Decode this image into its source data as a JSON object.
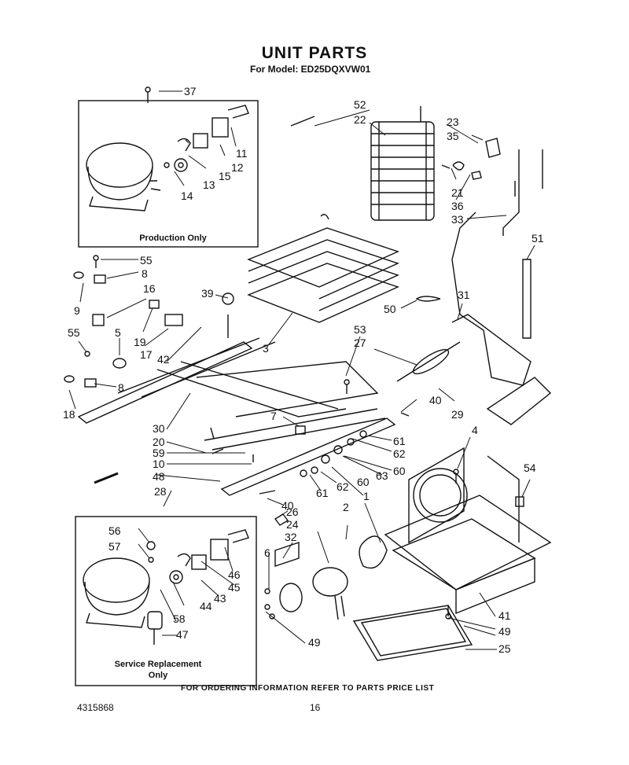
{
  "title": "UNIT PARTS",
  "subtitle": "For Model: ED25DQXVW01",
  "production_box_label": "Production Only",
  "service_box_label": [
    "Service Replacement",
    "Only"
  ],
  "footer": "FOR ORDERING INFORMATION REFER TO PARTS PRICE LIST",
  "doc_number": "4315868",
  "page_number": "16",
  "callouts": [
    {
      "id": "c37",
      "label": "37"
    },
    {
      "id": "c52",
      "label": "52"
    },
    {
      "id": "c22",
      "label": "22"
    },
    {
      "id": "c23",
      "label": "23"
    },
    {
      "id": "c35",
      "label": "35"
    },
    {
      "id": "c11",
      "label": "11"
    },
    {
      "id": "c12",
      "label": "12"
    },
    {
      "id": "c15",
      "label": "15"
    },
    {
      "id": "c13",
      "label": "13"
    },
    {
      "id": "c14",
      "label": "14"
    },
    {
      "id": "c21",
      "label": "21"
    },
    {
      "id": "c36",
      "label": "36"
    },
    {
      "id": "c33",
      "label": "33"
    },
    {
      "id": "c51",
      "label": "51"
    },
    {
      "id": "c55a",
      "label": "55"
    },
    {
      "id": "c8a",
      "label": "8"
    },
    {
      "id": "c9",
      "label": "9"
    },
    {
      "id": "c16",
      "label": "16"
    },
    {
      "id": "c39",
      "label": "39"
    },
    {
      "id": "c50",
      "label": "50"
    },
    {
      "id": "c31",
      "label": "31"
    },
    {
      "id": "c55b",
      "label": "55"
    },
    {
      "id": "c5",
      "label": "5"
    },
    {
      "id": "c19",
      "label": "19"
    },
    {
      "id": "c17",
      "label": "17"
    },
    {
      "id": "c42",
      "label": "42"
    },
    {
      "id": "c3",
      "label": "3"
    },
    {
      "id": "c53",
      "label": "53"
    },
    {
      "id": "c27",
      "label": "27"
    },
    {
      "id": "c8b",
      "label": "8"
    },
    {
      "id": "c18",
      "label": "18"
    },
    {
      "id": "c40a",
      "label": "40"
    },
    {
      "id": "c29",
      "label": "29"
    },
    {
      "id": "c7",
      "label": "7"
    },
    {
      "id": "c30",
      "label": "30"
    },
    {
      "id": "c20",
      "label": "20"
    },
    {
      "id": "c59",
      "label": "59"
    },
    {
      "id": "c10",
      "label": "10"
    },
    {
      "id": "c4",
      "label": "4"
    },
    {
      "id": "c61a",
      "label": "61"
    },
    {
      "id": "c62a",
      "label": "62"
    },
    {
      "id": "c60a",
      "label": "60"
    },
    {
      "id": "c63",
      "label": "63"
    },
    {
      "id": "c48",
      "label": "48"
    },
    {
      "id": "c54",
      "label": "54"
    },
    {
      "id": "c61b",
      "label": "61"
    },
    {
      "id": "c62b",
      "label": "62"
    },
    {
      "id": "c60b",
      "label": "60"
    },
    {
      "id": "c28",
      "label": "28"
    },
    {
      "id": "c40b",
      "label": "40"
    },
    {
      "id": "c1",
      "label": "1"
    },
    {
      "id": "c26",
      "label": "26"
    },
    {
      "id": "c2",
      "label": "2"
    },
    {
      "id": "c24",
      "label": "24"
    },
    {
      "id": "c56",
      "label": "56"
    },
    {
      "id": "c32",
      "label": "32"
    },
    {
      "id": "c57",
      "label": "57"
    },
    {
      "id": "c6",
      "label": "6"
    },
    {
      "id": "c46",
      "label": "46"
    },
    {
      "id": "c45",
      "label": "45"
    },
    {
      "id": "c43",
      "label": "43"
    },
    {
      "id": "c44",
      "label": "44"
    },
    {
      "id": "c58",
      "label": "58"
    },
    {
      "id": "c47",
      "label": "47"
    },
    {
      "id": "c41",
      "label": "41"
    },
    {
      "id": "c49a",
      "label": "49"
    },
    {
      "id": "c49b",
      "label": "49"
    },
    {
      "id": "c25",
      "label": "25"
    }
  ]
}
